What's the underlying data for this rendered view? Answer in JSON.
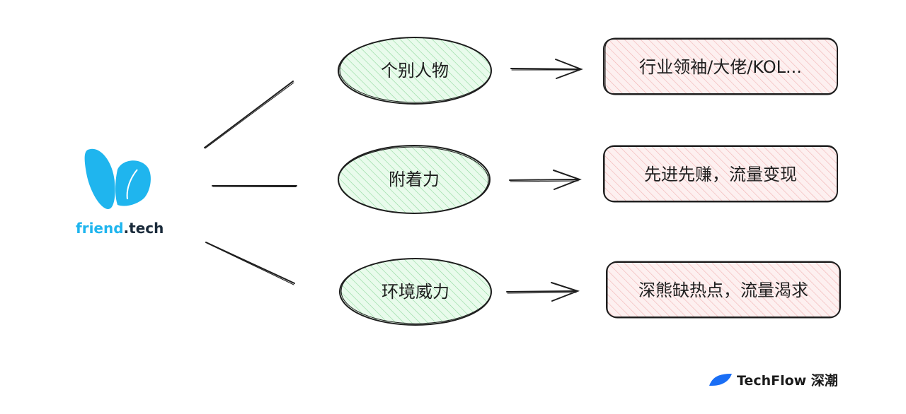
{
  "logo": {
    "brand_part1": "friend",
    "brand_part2": ".tech",
    "color_primary": "#1fb5ee",
    "color_secondary": "#1a2a3a"
  },
  "factors": [
    {
      "label": "个别人物",
      "result": "行业领袖/大佬/KOL..."
    },
    {
      "label": "附着力",
      "result": "先进先赚，流量变现"
    },
    {
      "label": "环境威力",
      "result": "深熊缺热点，流量渴求"
    }
  ],
  "footer": {
    "brand": "TechFlow 深潮",
    "accent_color": "#1a6ef5"
  },
  "colors": {
    "ellipse_fill": "#d3f9d8",
    "box_fill": "#ffc9c9",
    "stroke": "#1e1e1e"
  }
}
